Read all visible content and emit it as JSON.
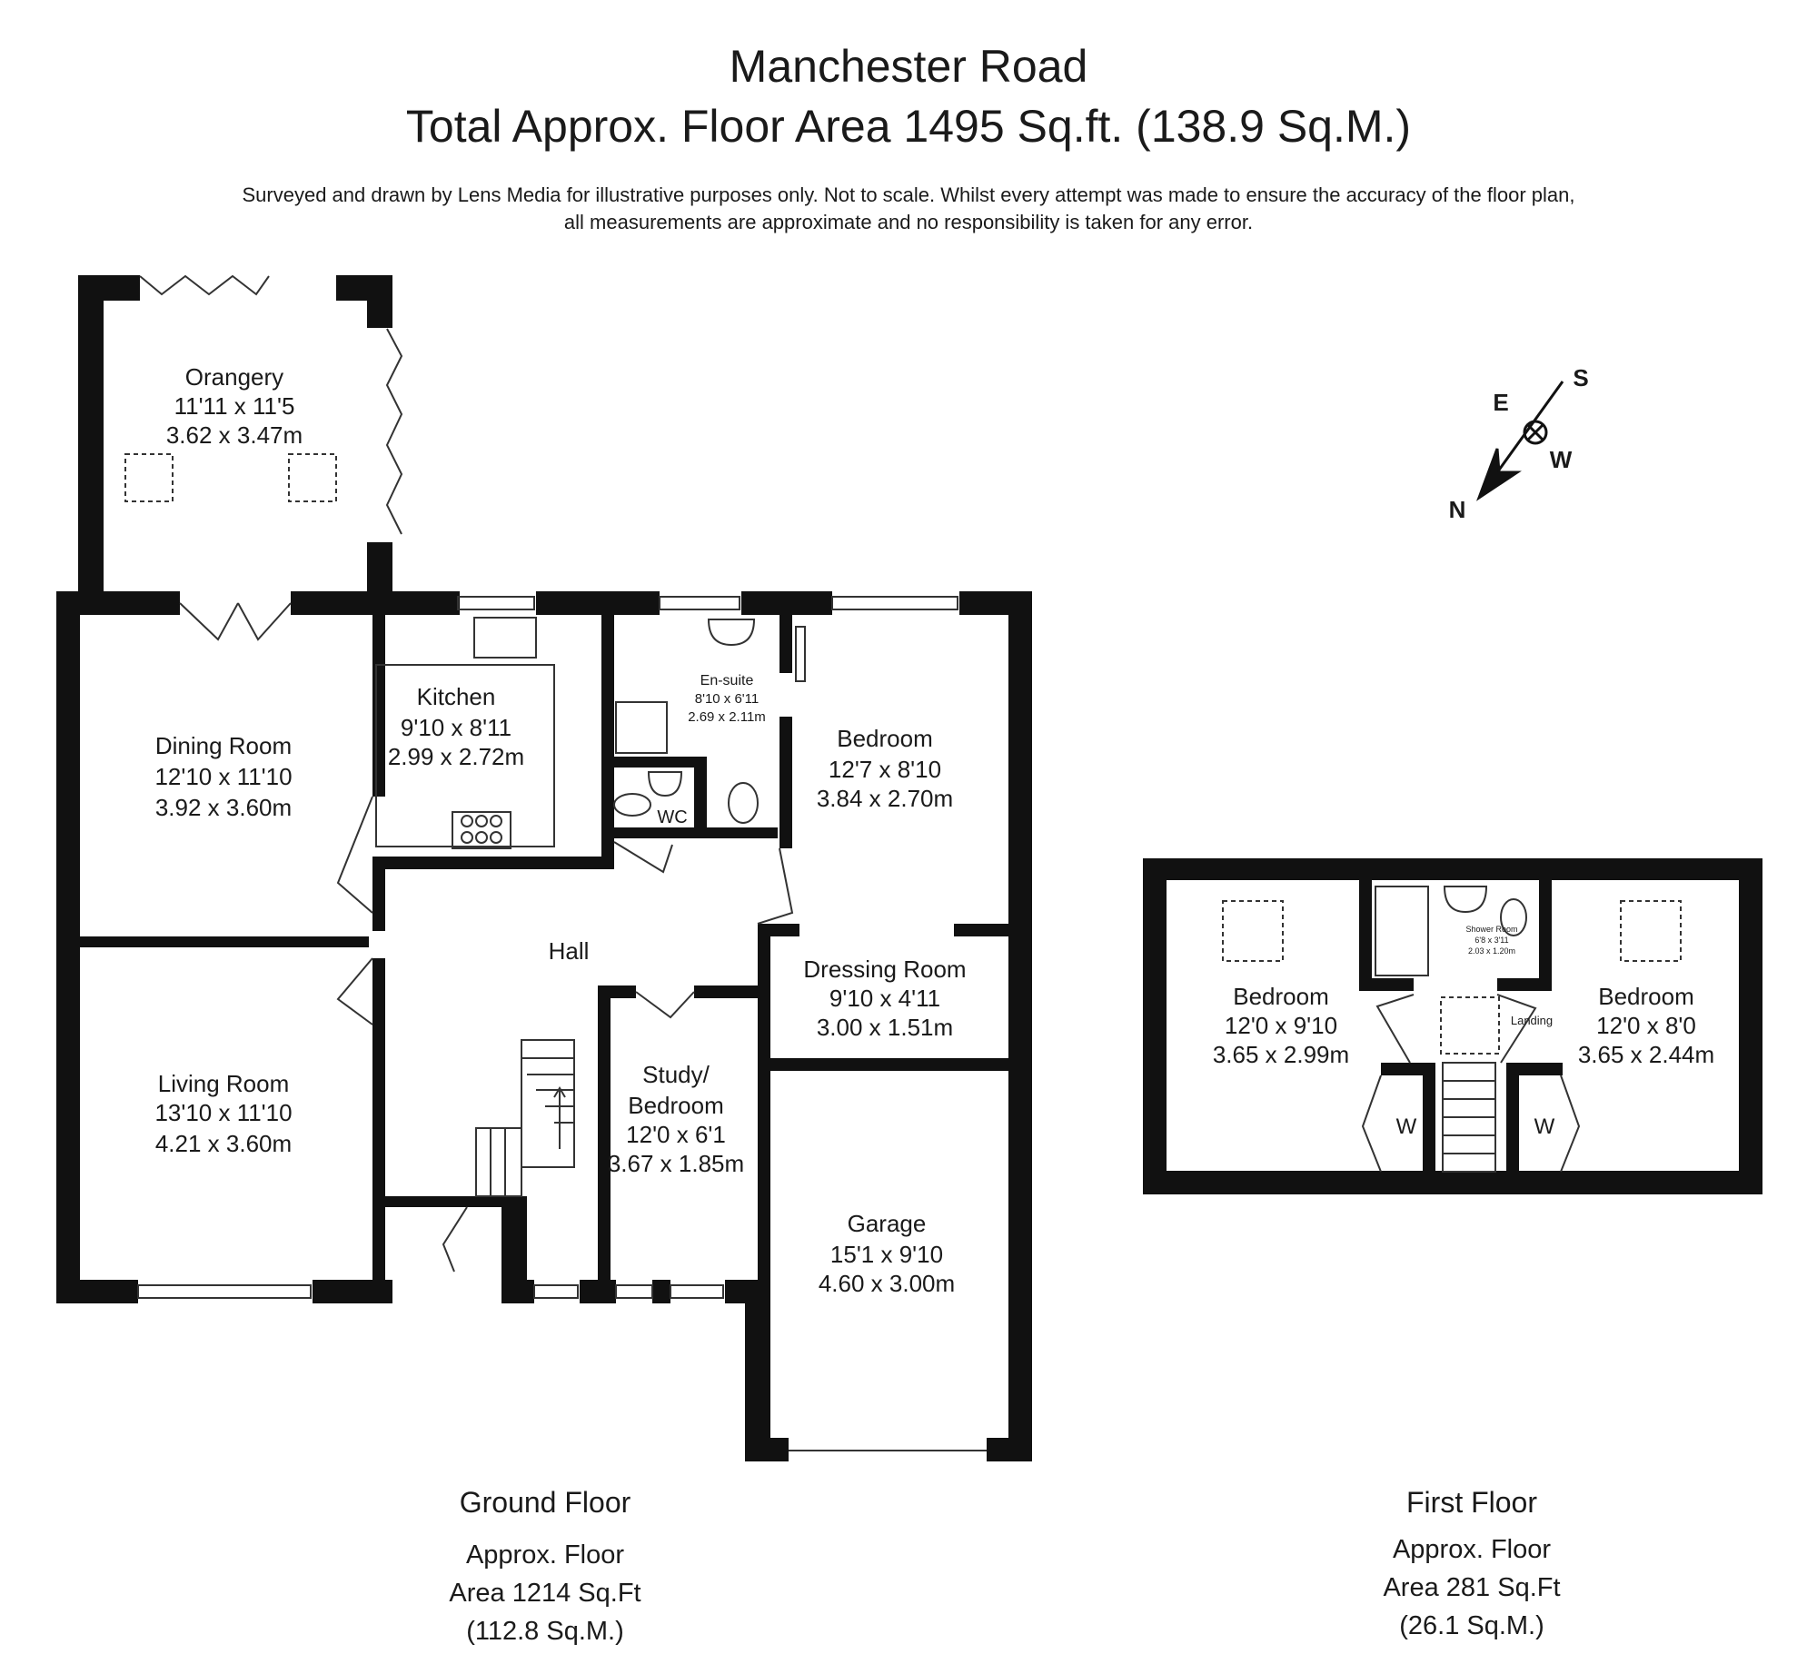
{
  "header": {
    "title": "Manchester Road",
    "subtitle": "Total Approx. Floor Area 1495 Sq.ft. (138.9 Sq.M.)",
    "disclaimer_line1": "Surveyed and drawn by Lens Media for illustrative purposes only. Not to scale. Whilst every attempt was made to ensure the accuracy of the floor plan,",
    "disclaimer_line2": "all measurements are approximate and no responsibility is taken for any error."
  },
  "compass": {
    "n": "N",
    "s": "S",
    "e": "E",
    "w": "W"
  },
  "ground_floor": {
    "name": "Ground Floor",
    "area_line1": "Approx. Floor",
    "area_line2": "Area 1214 Sq.Ft",
    "area_line3": "(112.8 Sq.M.)",
    "rooms": {
      "orangery": {
        "name": "Orangery",
        "imperial": "11'11 x 11'5",
        "metric": "3.62 x 3.47m"
      },
      "dining": {
        "name": "Dining Room",
        "imperial": "12'10 x 11'10",
        "metric": "3.92 x 3.60m"
      },
      "kitchen": {
        "name": "Kitchen",
        "imperial": "9'10 x 8'11",
        "metric": "2.99 x 2.72m"
      },
      "ensuite": {
        "name": "En-suite",
        "imperial": "8'10 x 6'11",
        "metric": "2.69 x 2.11m"
      },
      "wc": {
        "name": "WC"
      },
      "bedroom": {
        "name": "Bedroom",
        "imperial": "12'7 x 8'10",
        "metric": "3.84 x 2.70m"
      },
      "hall": {
        "name": "Hall"
      },
      "dressing": {
        "name": "Dressing Room",
        "imperial": "9'10 x 4'11",
        "metric": "3.00 x 1.51m"
      },
      "living": {
        "name": "Living Room",
        "imperial": "13'10 x 11'10",
        "metric": "4.21 x 3.60m"
      },
      "study": {
        "name_line1": "Study/",
        "name_line2": "Bedroom",
        "imperial": "12'0 x 6'1",
        "metric": "3.67 x 1.85m"
      },
      "garage": {
        "name": "Garage",
        "imperial": "15'1 x 9'10",
        "metric": "4.60 x 3.00m"
      }
    }
  },
  "first_floor": {
    "name": "First Floor",
    "area_line1": "Approx. Floor",
    "area_line2": "Area 281 Sq.Ft",
    "area_line3": "(26.1 Sq.M.)",
    "rooms": {
      "bedroom_left": {
        "name": "Bedroom",
        "imperial": "12'0 x 9'10",
        "metric": "3.65 x 2.99m"
      },
      "bedroom_right": {
        "name": "Bedroom",
        "imperial": "12'0 x 8'0",
        "metric": "3.65 x 2.44m"
      },
      "shower": {
        "name": "Shower Room",
        "imperial": "6'8 x 3'11",
        "metric": "2.03 x 1.20m"
      },
      "landing": {
        "name": "Landing"
      },
      "wardrobe_left": {
        "name": "W"
      },
      "wardrobe_right": {
        "name": "W"
      }
    }
  },
  "colors": {
    "wall": "#111111",
    "text": "#1a1a1a",
    "fixture": "#333333"
  }
}
